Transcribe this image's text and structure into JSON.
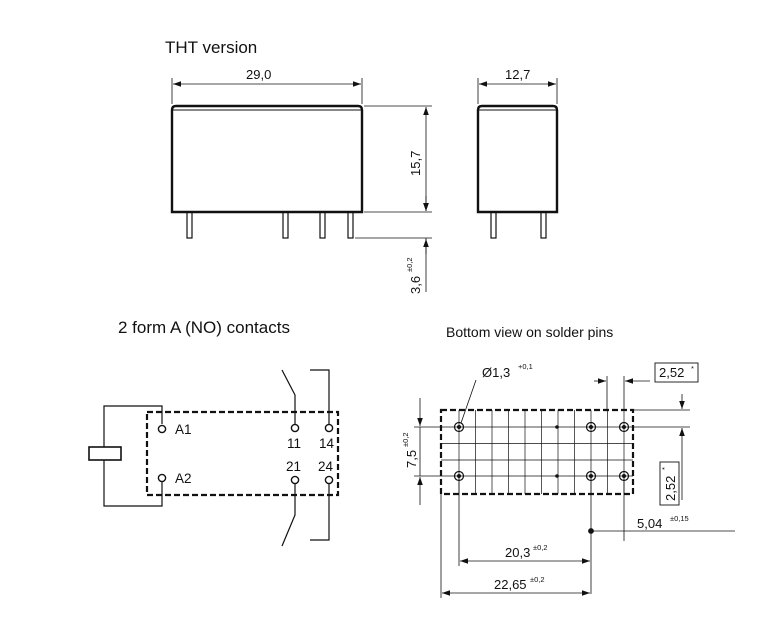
{
  "headings": {
    "tht_version": "THT version",
    "contacts": "2 form A (NO) contacts",
    "bottom_view": "Bottom view on solder pins"
  },
  "dimensions": {
    "width": "29,0",
    "depth": "12,7",
    "height": "15,7",
    "pin_length": "3,6",
    "pin_length_tol": "±0,2",
    "hole_diameter": "Ø1,3",
    "hole_diameter_tol": "+0,1",
    "grid_top": "2,52",
    "grid_top_mark": "*",
    "grid_right": "2,52",
    "grid_right_mark": "*",
    "row_spacing": "7,5",
    "row_spacing_tol": "±0,2",
    "offset": "5,04",
    "offset_tol": "±0,15",
    "pitch_inner": "20,3",
    "pitch_inner_tol": "±0,2",
    "pitch_outer": "22,65",
    "pitch_outer_tol": "±0,2"
  },
  "schematic": {
    "a1": "A1",
    "a2": "A2",
    "p11": "11",
    "p14": "14",
    "p21": "21",
    "p24": "24"
  }
}
